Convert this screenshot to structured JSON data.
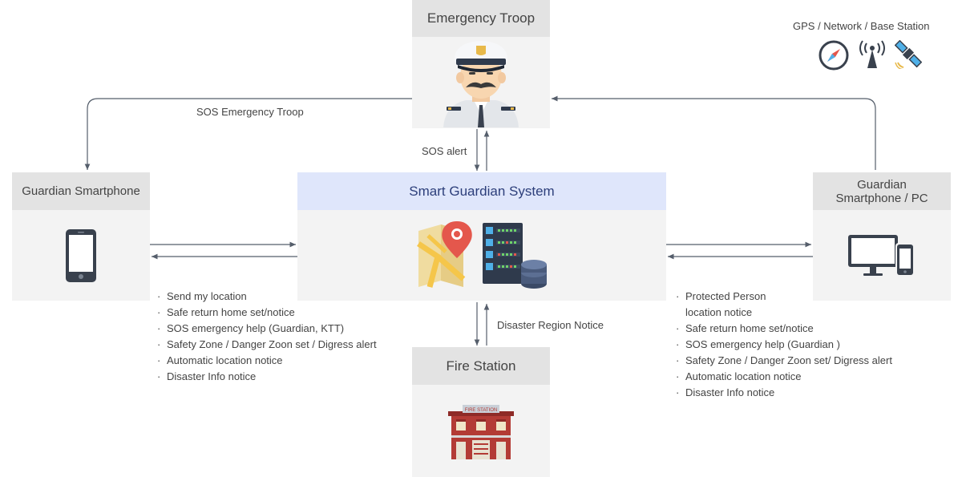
{
  "nodes": {
    "emergency_troop": "Emergency Troop",
    "guardian_smartphone": "Guardian Smartphone",
    "guardian_pc_line1": "Guardian",
    "guardian_pc_line2": "Smartphone / PC",
    "smart_guardian_system": "Smart Guardian System",
    "fire_station": "Fire Station",
    "fire_station_sign": "FIRE STATION"
  },
  "edge_labels": {
    "sos_emergency_troop": "SOS Emergency Troop",
    "sos_alert": "SOS alert",
    "disaster_region_notice": "Disaster Region Notice"
  },
  "gps": {
    "title": "GPS / Network / Base Station",
    "icons": [
      "compass-icon",
      "antenna-icon",
      "satellite-icon"
    ]
  },
  "left_notes": [
    "Send my location",
    "Safe return home set/notice",
    "SOS emergency help (Guardian, KTT)",
    "Safety Zone / Danger Zoon set / Digress alert",
    "Automatic location notice",
    "Disaster Info notice"
  ],
  "right_notes": [
    "Protected Person",
    "location notice",
    "Safe return home set/notice",
    "SOS  emergency help (Guardian )",
    "Safety Zone / Danger Zoon set/ Digress alert",
    "Automatic location notice",
    "Disaster Info notice"
  ],
  "bullet": "·",
  "colors": {
    "box_bg": "#f3f3f3",
    "header_bg": "#e3e3e3",
    "system_header_bg": "#dfe6fb",
    "system_title": "#2c3e7a",
    "connector": "#555e6b",
    "map_pin": "#e4574c",
    "server_dark": "#2f3a4c",
    "fire_brick": "#b33b35"
  }
}
